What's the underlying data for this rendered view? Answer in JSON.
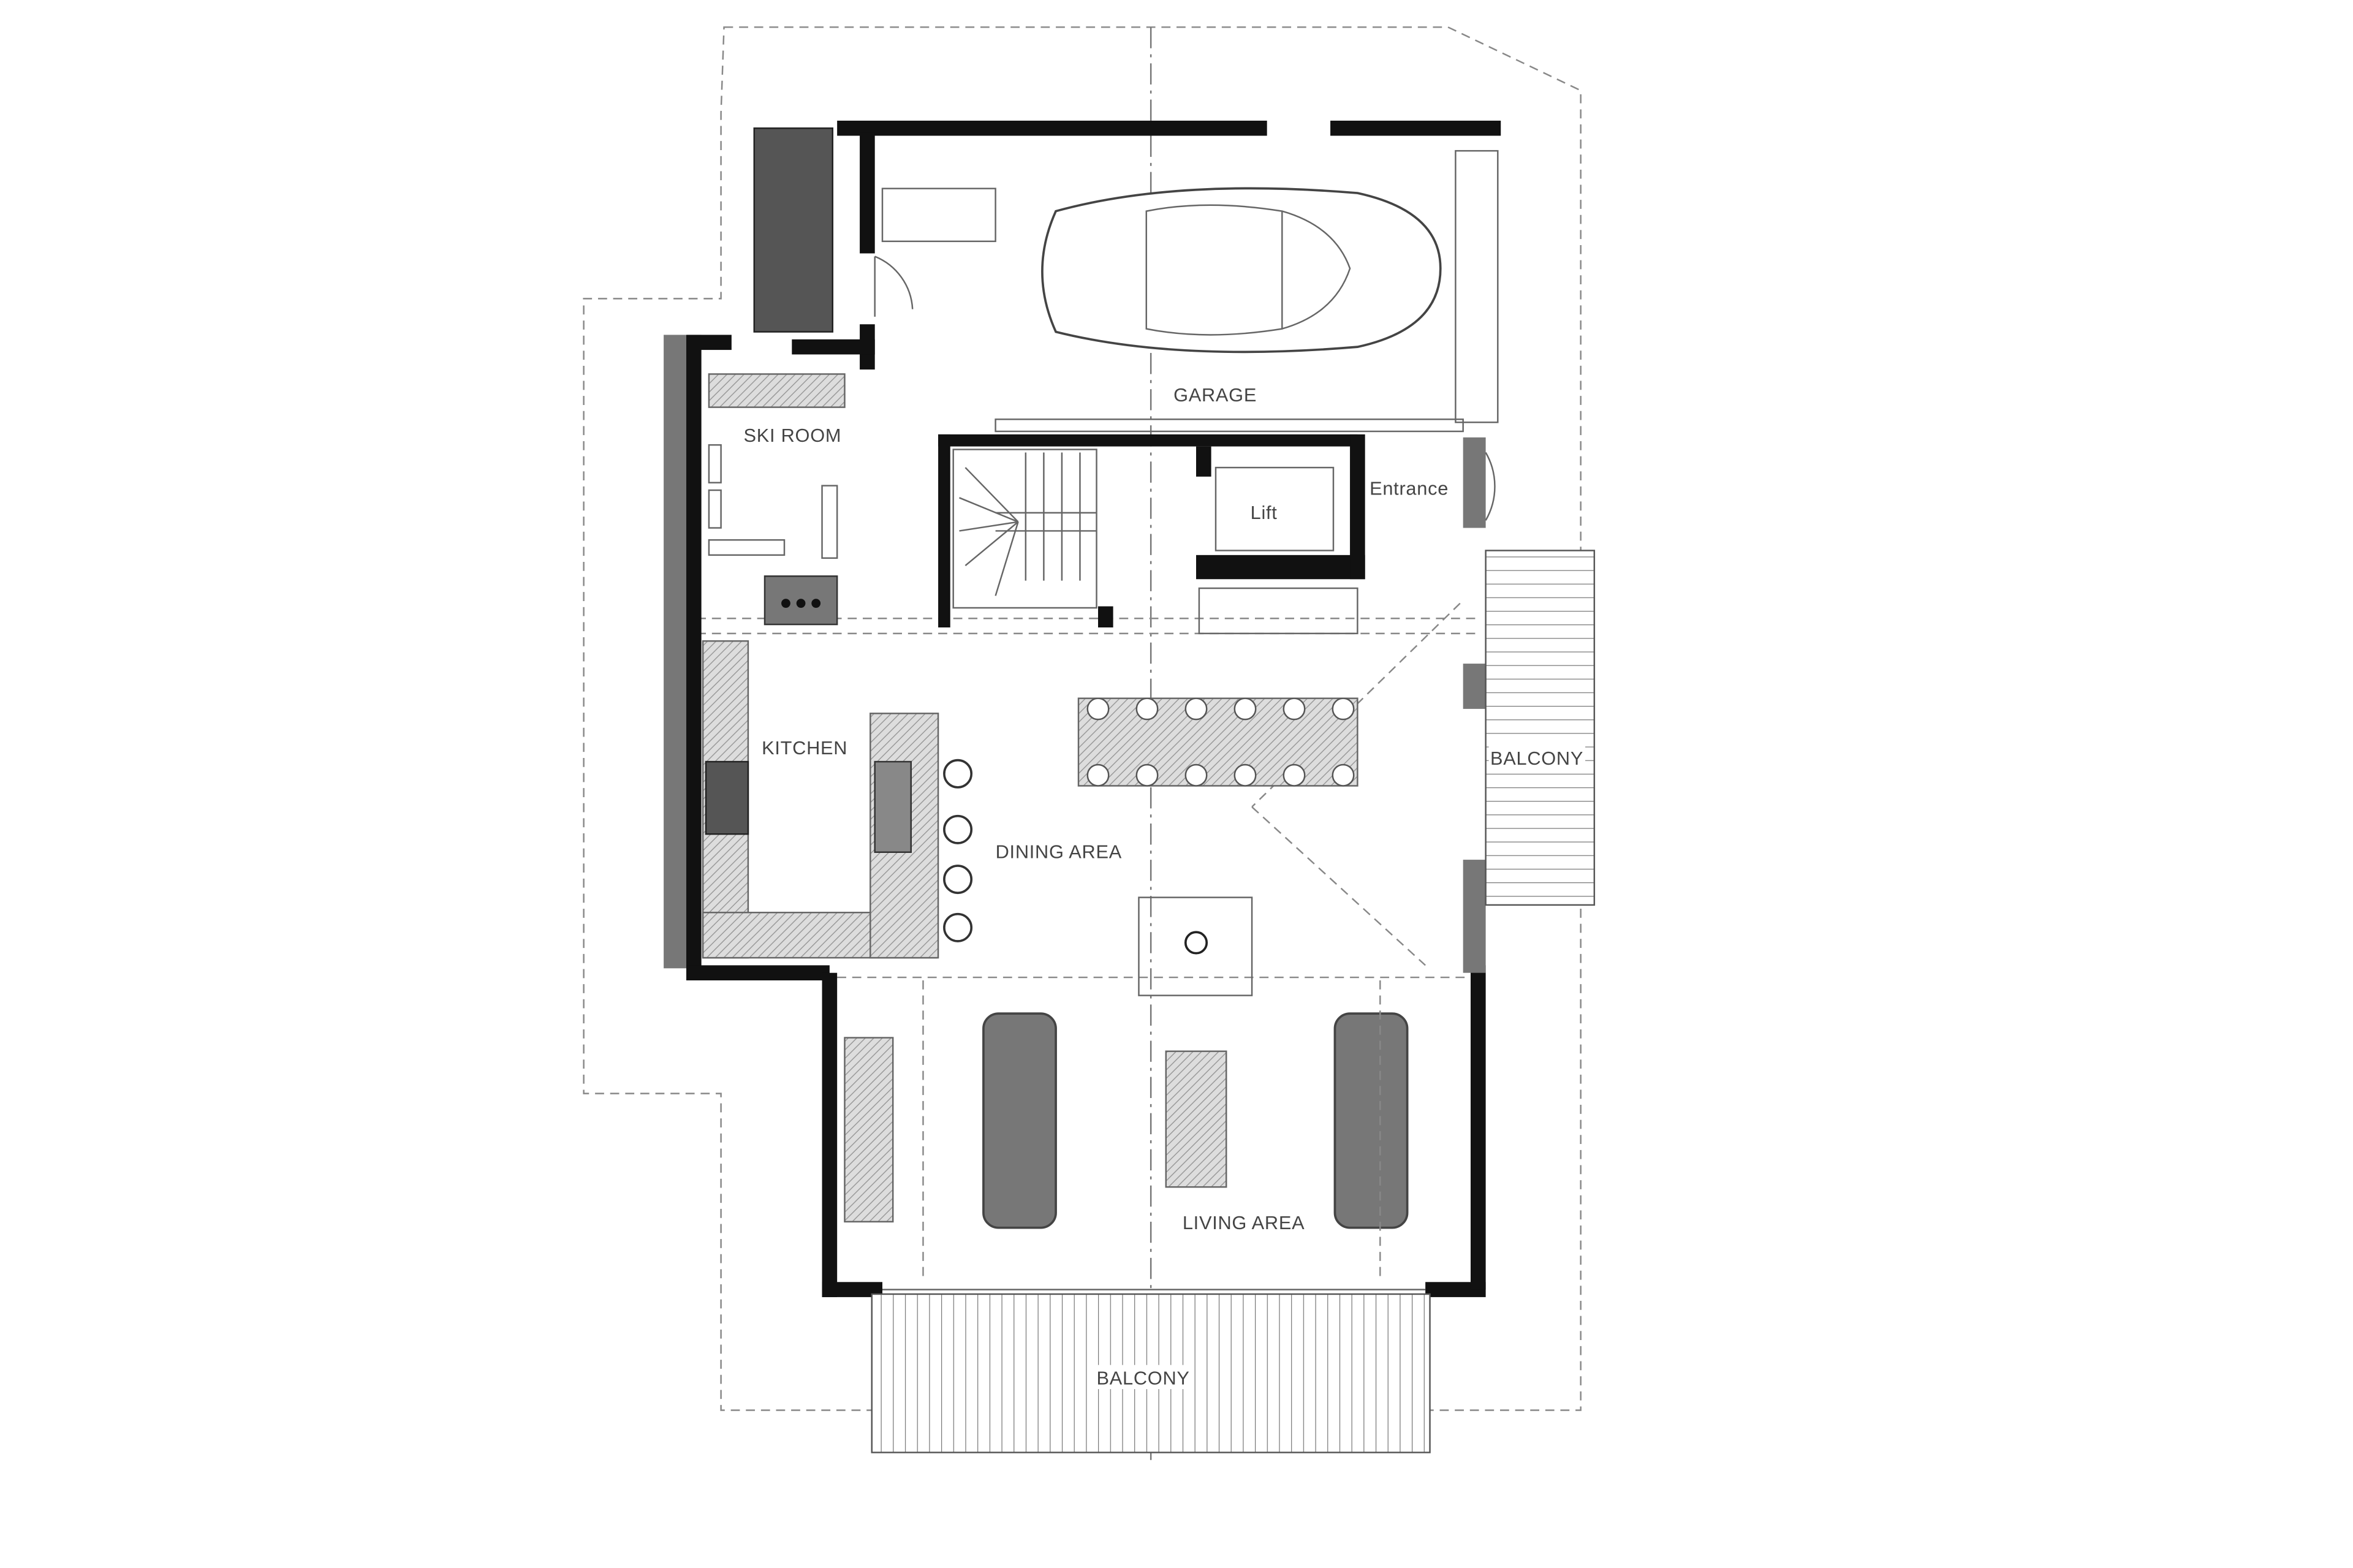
{
  "plan": {
    "rooms": {
      "garage": "GARAGE",
      "ski_room": "SKI ROOM",
      "lift": "Lift",
      "entrance": "Entrance",
      "kitchen": "KITCHEN",
      "dining_area": "DINING AREA",
      "balcony_side": "BALCONY",
      "living_area": "LIVING AREA",
      "balcony_front": "BALCONY"
    },
    "colors": {
      "wall": "#111111",
      "line": "#666666",
      "furniture": "#777777"
    }
  }
}
